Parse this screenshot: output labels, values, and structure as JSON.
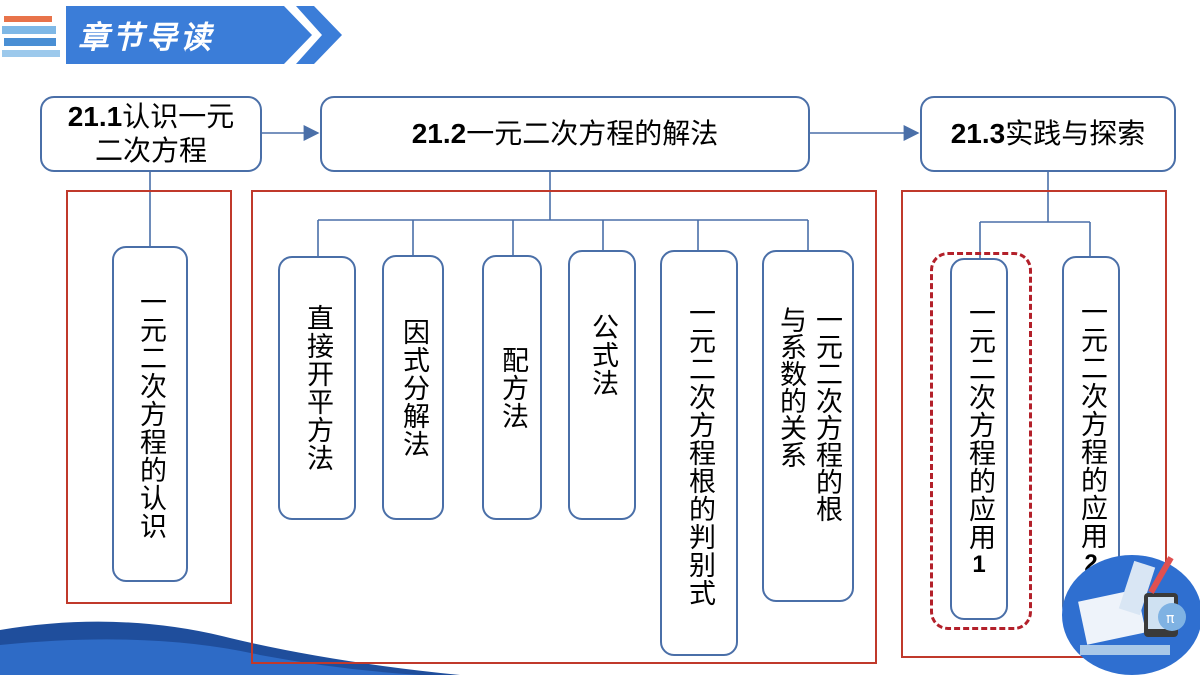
{
  "header": {
    "title": "章节导读"
  },
  "sections": [
    {
      "prefix": "21.1",
      "text": "认识一元二次方程"
    },
    {
      "prefix": "21.2",
      "text": "一元二次方程的解法"
    },
    {
      "prefix": "21.3",
      "text": "实践与探索"
    }
  ],
  "leaves": {
    "s1": [
      "一元二次方程的认识"
    ],
    "s2": [
      "直接开平方法",
      "因式分解法",
      "配方法",
      "公式法",
      "一元二次方程根的判别式",
      "一元二次方程的根与系数的关系"
    ],
    "s3": [
      "一元二次方程的应用",
      "一元二次方程的应用"
    ],
    "s3_nums": [
      "1",
      "2"
    ]
  },
  "colors": {
    "banner": "#3b7dd8",
    "border": "#4a6fa8",
    "frame": "#c0392b",
    "highlight": "#b3202a"
  }
}
